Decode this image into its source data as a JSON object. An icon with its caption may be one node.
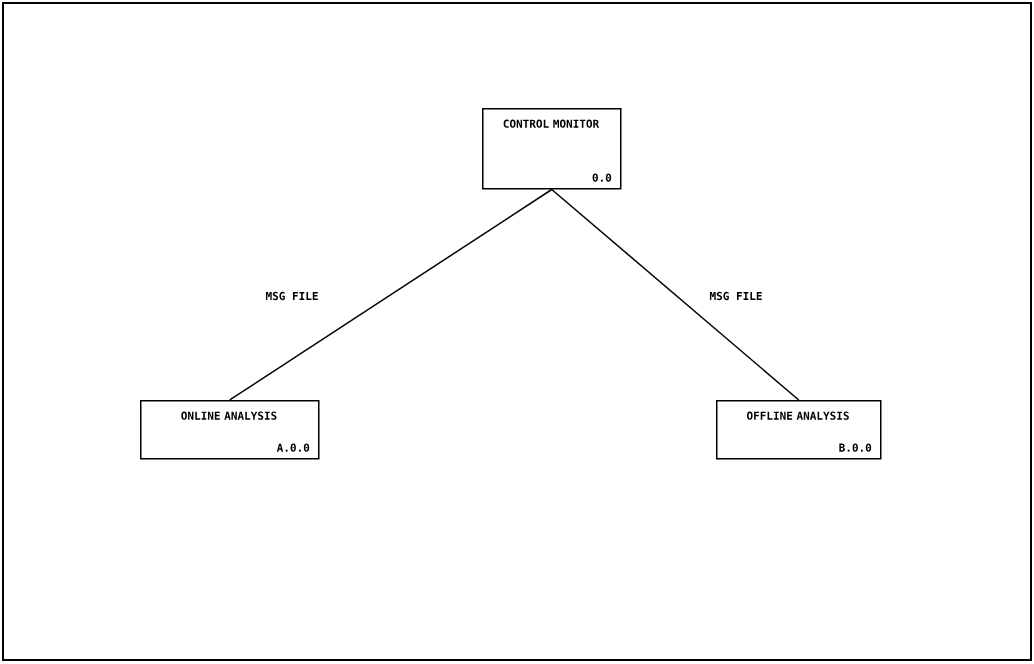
{
  "diagram": {
    "nodes": [
      {
        "text": [
          "CONTROL MONITOR",
          "0.0"
        ]
      },
      {
        "text": [
          "ONLINE ANALYSIS",
          "A.0.0"
        ]
      },
      {
        "text": [
          "OFFLINE ANALYSIS",
          "B.0.0"
        ]
      }
    ],
    "edges": [
      {
        "from": 0,
        "to": 1,
        "arrow": "none",
        "label": "MSG FILE"
      },
      {
        "from": 0,
        "to": 2,
        "arrow": "none",
        "label": "MSG FILE"
      }
    ]
  }
}
